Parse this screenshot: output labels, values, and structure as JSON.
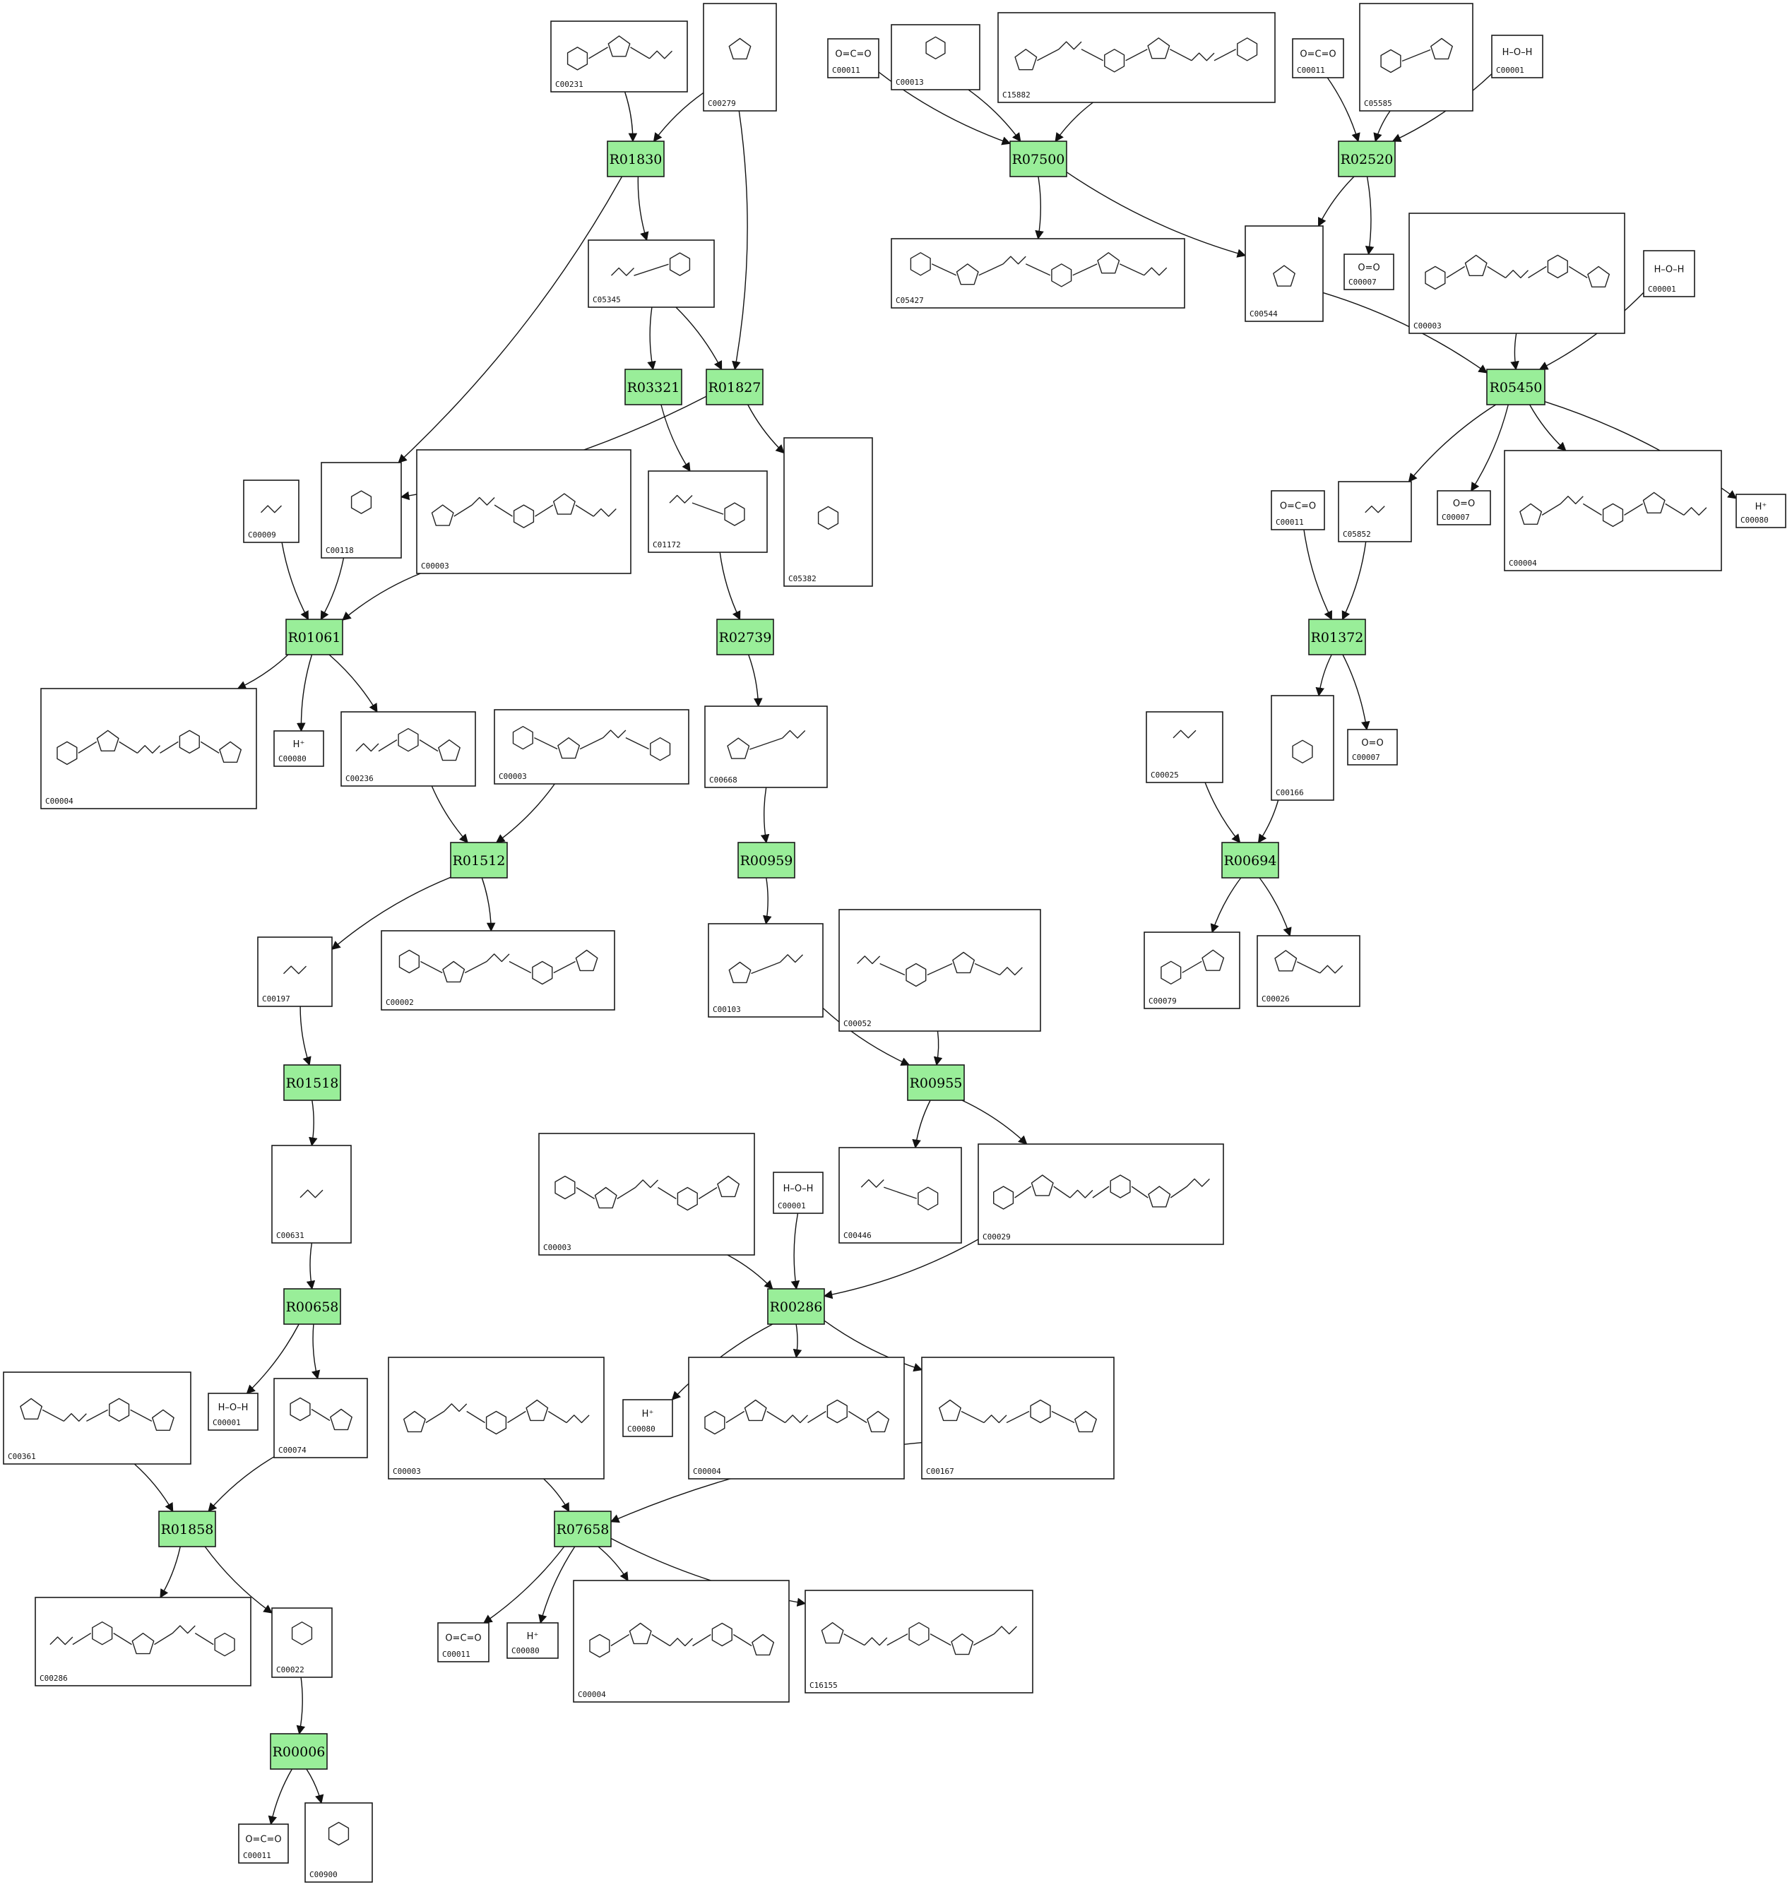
{
  "reactions": [
    "R01830",
    "R07500",
    "R02520",
    "R03321",
    "R01827",
    "R05450",
    "R01061",
    "R02739",
    "R01372",
    "R01512",
    "R00959",
    "R00694",
    "R01518",
    "R00955",
    "R00658",
    "R00286",
    "R01858",
    "R07658",
    "R00006"
  ],
  "compounds": [
    {
      "id": "c1",
      "label": "C00231",
      "formula": ""
    },
    {
      "id": "c2",
      "label": "C00279",
      "formula": ""
    },
    {
      "id": "c3",
      "label": "C00011",
      "formula": "O=C=O"
    },
    {
      "id": "c4",
      "label": "C00013",
      "formula": ""
    },
    {
      "id": "c5",
      "label": "C15882",
      "formula": ""
    },
    {
      "id": "c6",
      "label": "C00011",
      "formula": "O=C=O"
    },
    {
      "id": "c7",
      "label": "C05585",
      "formula": ""
    },
    {
      "id": "c8",
      "label": "C00001",
      "formula": "H–O–H"
    },
    {
      "id": "c9",
      "label": "C05345",
      "formula": ""
    },
    {
      "id": "c10",
      "label": "C05427",
      "formula": ""
    },
    {
      "id": "c11",
      "label": "C00544",
      "formula": ""
    },
    {
      "id": "c12",
      "label": "C00007",
      "formula": "O=O"
    },
    {
      "id": "c13",
      "label": "C00003",
      "formula": ""
    },
    {
      "id": "c14",
      "label": "C00001",
      "formula": "H–O–H"
    },
    {
      "id": "c15",
      "label": "C00009",
      "formula": ""
    },
    {
      "id": "c16",
      "label": "C00118",
      "formula": ""
    },
    {
      "id": "c17",
      "label": "C00003",
      "formula": ""
    },
    {
      "id": "c18",
      "label": "C01172",
      "formula": ""
    },
    {
      "id": "c19",
      "label": "C05382",
      "formula": ""
    },
    {
      "id": "c20",
      "label": "C00011",
      "formula": "O=C=O"
    },
    {
      "id": "c21",
      "label": "C05852",
      "formula": ""
    },
    {
      "id": "c22",
      "label": "C00007",
      "formula": "O=O"
    },
    {
      "id": "c23",
      "label": "C00004",
      "formula": ""
    },
    {
      "id": "c24",
      "label": "C00080",
      "formula": "H⁺"
    },
    {
      "id": "c25",
      "label": "C00004",
      "formula": ""
    },
    {
      "id": "c26",
      "label": "C00080",
      "formula": "H⁺"
    },
    {
      "id": "c27",
      "label": "C00236",
      "formula": ""
    },
    {
      "id": "c28",
      "label": "C00003",
      "formula": ""
    },
    {
      "id": "c29",
      "label": "C00668",
      "formula": ""
    },
    {
      "id": "c30",
      "label": "C00025",
      "formula": ""
    },
    {
      "id": "c31",
      "label": "C00166",
      "formula": ""
    },
    {
      "id": "c32",
      "label": "C00007",
      "formula": "O=O"
    },
    {
      "id": "c33",
      "label": "C00197",
      "formula": ""
    },
    {
      "id": "c34",
      "label": "C00002",
      "formula": ""
    },
    {
      "id": "c35",
      "label": "C00103",
      "formula": ""
    },
    {
      "id": "c36",
      "label": "C00052",
      "formula": ""
    },
    {
      "id": "c37",
      "label": "C00079",
      "formula": ""
    },
    {
      "id": "c38",
      "label": "C00026",
      "formula": ""
    },
    {
      "id": "c39",
      "label": "C00631",
      "formula": ""
    },
    {
      "id": "c40",
      "label": "C00003",
      "formula": ""
    },
    {
      "id": "c41",
      "label": "C00001",
      "formula": "H–O–H"
    },
    {
      "id": "c42",
      "label": "C00446",
      "formula": ""
    },
    {
      "id": "c43",
      "label": "C00029",
      "formula": ""
    },
    {
      "id": "c44",
      "label": "C00361",
      "formula": ""
    },
    {
      "id": "c45",
      "label": "C00001",
      "formula": "H–O–H"
    },
    {
      "id": "c46",
      "label": "C00074",
      "formula": ""
    },
    {
      "id": "c47",
      "label": "C00003",
      "formula": ""
    },
    {
      "id": "c48",
      "label": "C00080",
      "formula": "H⁺"
    },
    {
      "id": "c49",
      "label": "C00004",
      "formula": ""
    },
    {
      "id": "c50",
      "label": "C00167",
      "formula": ""
    },
    {
      "id": "c51",
      "label": "C00286",
      "formula": ""
    },
    {
      "id": "c52",
      "label": "C00022",
      "formula": ""
    },
    {
      "id": "c53",
      "label": "C00011",
      "formula": "O=C=O"
    },
    {
      "id": "c54",
      "label": "C00080",
      "formula": "H⁺"
    },
    {
      "id": "c55",
      "label": "C00004",
      "formula": ""
    },
    {
      "id": "c56",
      "label": "C16155",
      "formula": ""
    },
    {
      "id": "c57",
      "label": "C00011",
      "formula": "O=C=O"
    },
    {
      "id": "c58",
      "label": "C00900",
      "formula": ""
    }
  ],
  "edges": [
    [
      "c1",
      "R01830"
    ],
    [
      "c2",
      "R01830"
    ],
    [
      "c2",
      "R01827"
    ],
    [
      "R01830",
      "c9"
    ],
    [
      "R01830",
      "c16"
    ],
    [
      "c3",
      "R07500"
    ],
    [
      "c4",
      "R07500"
    ],
    [
      "c5",
      "R07500"
    ],
    [
      "R07500",
      "c10"
    ],
    [
      "R07500",
      "c11"
    ],
    [
      "c6",
      "R02520"
    ],
    [
      "c7",
      "R02520"
    ],
    [
      "c8",
      "R02520"
    ],
    [
      "R02520",
      "c11"
    ],
    [
      "R02520",
      "c12"
    ],
    [
      "c9",
      "R03321"
    ],
    [
      "c9",
      "R01827"
    ],
    [
      "R03321",
      "c18"
    ],
    [
      "R01827",
      "c16"
    ],
    [
      "R01827",
      "c19"
    ],
    [
      "c11",
      "R05450"
    ],
    [
      "c13",
      "R05450"
    ],
    [
      "c14",
      "R05450"
    ],
    [
      "R05450",
      "c21"
    ],
    [
      "R05450",
      "c22"
    ],
    [
      "R05450",
      "c23"
    ],
    [
      "R05450",
      "c24"
    ],
    [
      "c15",
      "R01061"
    ],
    [
      "c16",
      "R01061"
    ],
    [
      "c17",
      "R01061"
    ],
    [
      "R01061",
      "c25"
    ],
    [
      "R01061",
      "c26"
    ],
    [
      "R01061",
      "c27"
    ],
    [
      "c18",
      "R02739"
    ],
    [
      "R02739",
      "c29"
    ],
    [
      "c20",
      "R01372"
    ],
    [
      "c21",
      "R01372"
    ],
    [
      "R01372",
      "c31"
    ],
    [
      "R01372",
      "c32"
    ],
    [
      "c27",
      "R01512"
    ],
    [
      "c28",
      "R01512"
    ],
    [
      "R01512",
      "c33"
    ],
    [
      "R01512",
      "c34"
    ],
    [
      "c29",
      "R00959"
    ],
    [
      "R00959",
      "c35"
    ],
    [
      "c30",
      "R00694"
    ],
    [
      "c31",
      "R00694"
    ],
    [
      "R00694",
      "c37"
    ],
    [
      "R00694",
      "c38"
    ],
    [
      "c33",
      "R01518"
    ],
    [
      "R01518",
      "c39"
    ],
    [
      "c35",
      "R00955"
    ],
    [
      "c36",
      "R00955"
    ],
    [
      "R00955",
      "c42"
    ],
    [
      "R00955",
      "c43"
    ],
    [
      "c39",
      "R00658"
    ],
    [
      "R00658",
      "c45"
    ],
    [
      "R00658",
      "c46"
    ],
    [
      "c40",
      "R00286"
    ],
    [
      "c41",
      "R00286"
    ],
    [
      "c43",
      "R00286"
    ],
    [
      "R00286",
      "c48"
    ],
    [
      "R00286",
      "c49"
    ],
    [
      "R00286",
      "c50"
    ],
    [
      "c44",
      "R01858"
    ],
    [
      "c46",
      "R01858"
    ],
    [
      "R01858",
      "c51"
    ],
    [
      "R01858",
      "c52"
    ],
    [
      "c47",
      "R07658"
    ],
    [
      "c50",
      "R07658"
    ],
    [
      "R07658",
      "c53"
    ],
    [
      "R07658",
      "c54"
    ],
    [
      "R07658",
      "c55"
    ],
    [
      "R07658",
      "c56"
    ],
    [
      "c52",
      "R00006"
    ],
    [
      "R00006",
      "c57"
    ],
    [
      "R00006",
      "c58"
    ]
  ]
}
